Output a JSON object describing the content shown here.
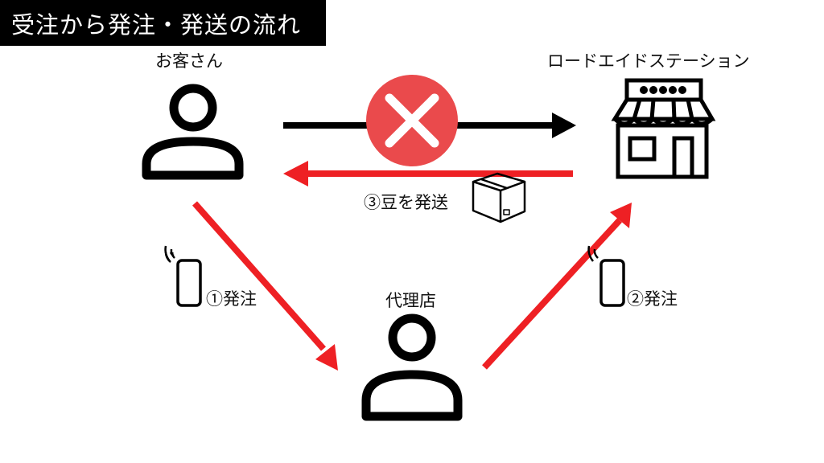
{
  "title": "受注から発注・発送の流れ",
  "nodes": {
    "customer": {
      "label": "お客さん"
    },
    "station": {
      "label": "ロードエイドステーション"
    },
    "agency": {
      "label": "代理店"
    }
  },
  "steps": {
    "step1": "①発注",
    "step2": "②発注",
    "step3": "③豆を発送"
  },
  "icons": {
    "customer": "person-icon",
    "agency": "person-icon",
    "station": "storefront-icon",
    "phone": "smartphone-icon",
    "box": "package-box-icon",
    "blocked": "red-x-icon"
  },
  "colors": {
    "title_bg": "#000000",
    "title_text": "#ffffff",
    "red_arrow": "#ee2024",
    "black_arrow": "#000000",
    "x_circle": "#ea4a4c"
  }
}
